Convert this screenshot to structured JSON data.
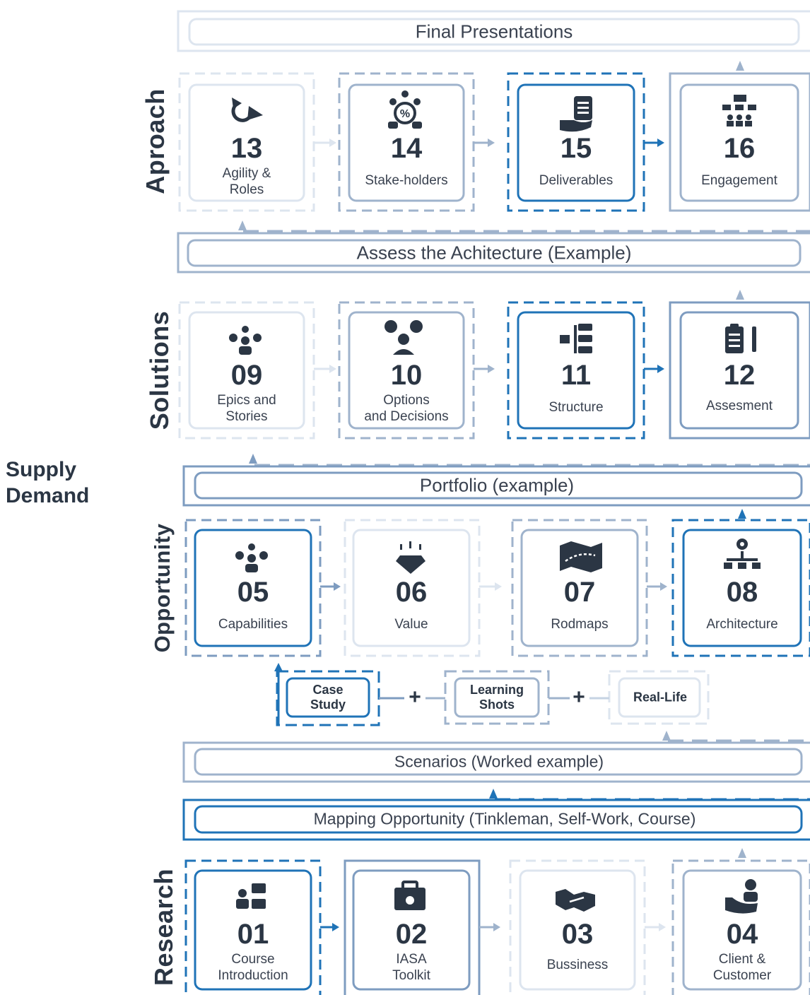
{
  "side_label": {
    "line1": "Supply",
    "line2": "Demand"
  },
  "sections": {
    "approach": "Aproach",
    "solutions": "Solutions",
    "opportunity": "Opportunity",
    "research": "Research"
  },
  "banners": {
    "final_presentations": "Final Presentations",
    "assess_architecture": "Assess the Achitecture (Example)",
    "portfolio": "Portfolio (example)",
    "scenarios": "Scenarios (Worked example)",
    "mapping_opportunity": "Mapping Opportunity (Tinkleman, Self-Work, Course)"
  },
  "cards": {
    "c13": {
      "num": "13",
      "line1": "Agility &",
      "line2": "Roles",
      "icon": "refresh-arrows-icon"
    },
    "c14": {
      "num": "14",
      "line1": "Stake-holders",
      "line2": "",
      "icon": "stakeholders-percent-icon"
    },
    "c15": {
      "num": "15",
      "line1": "Deliverables",
      "line2": "",
      "icon": "hand-document-icon"
    },
    "c16": {
      "num": "16",
      "line1": "Engagement",
      "line2": "",
      "icon": "org-chart-icon"
    },
    "c09": {
      "num": "09",
      "line1": "Epics and",
      "line2": "Stories",
      "icon": "idea-person-icon"
    },
    "c10": {
      "num": "10",
      "line1": "Options",
      "line2": "and Decisions",
      "icon": "decision-person-icon"
    },
    "c11": {
      "num": "11",
      "line1": "Structure",
      "line2": "",
      "icon": "hierarchy-icon"
    },
    "c12": {
      "num": "12",
      "line1": "Assesment",
      "line2": "",
      "icon": "clipboard-pen-icon"
    },
    "c05": {
      "num": "05",
      "line1": "Capabilities",
      "line2": "",
      "icon": "idea-person-icon"
    },
    "c06": {
      "num": "06",
      "line1": "Value",
      "line2": "",
      "icon": "diamond-icon"
    },
    "c07": {
      "num": "07",
      "line1": "Rodmaps",
      "line2": "",
      "icon": "map-route-icon"
    },
    "c08": {
      "num": "08",
      "line1": "Architecture",
      "line2": "",
      "icon": "network-gear-icon"
    },
    "c01": {
      "num": "01",
      "line1": "Course",
      "line2": "Introduction",
      "icon": "presenter-icon"
    },
    "c02": {
      "num": "02",
      "line1": "IASA",
      "line2": "Toolkit",
      "icon": "toolbox-icon"
    },
    "c03": {
      "num": "03",
      "line1": "Bussiness",
      "line2": "",
      "icon": "handshake-icon"
    },
    "c04": {
      "num": "04",
      "line1": "Client &",
      "line2": "Customer",
      "icon": "hand-person-icon"
    }
  },
  "pills": {
    "case_study": {
      "line1": "Case",
      "line2": "Study"
    },
    "learning_shots": {
      "line1": "Learning",
      "line2": "Shots"
    },
    "real_life": "Real-Life",
    "plus": "+"
  },
  "colors": {
    "dark": "#2b3644",
    "blue": "#1f73b7",
    "mid": "#7e9cc0",
    "light": "#c6d3e3",
    "lighter": "#dde5ef"
  }
}
